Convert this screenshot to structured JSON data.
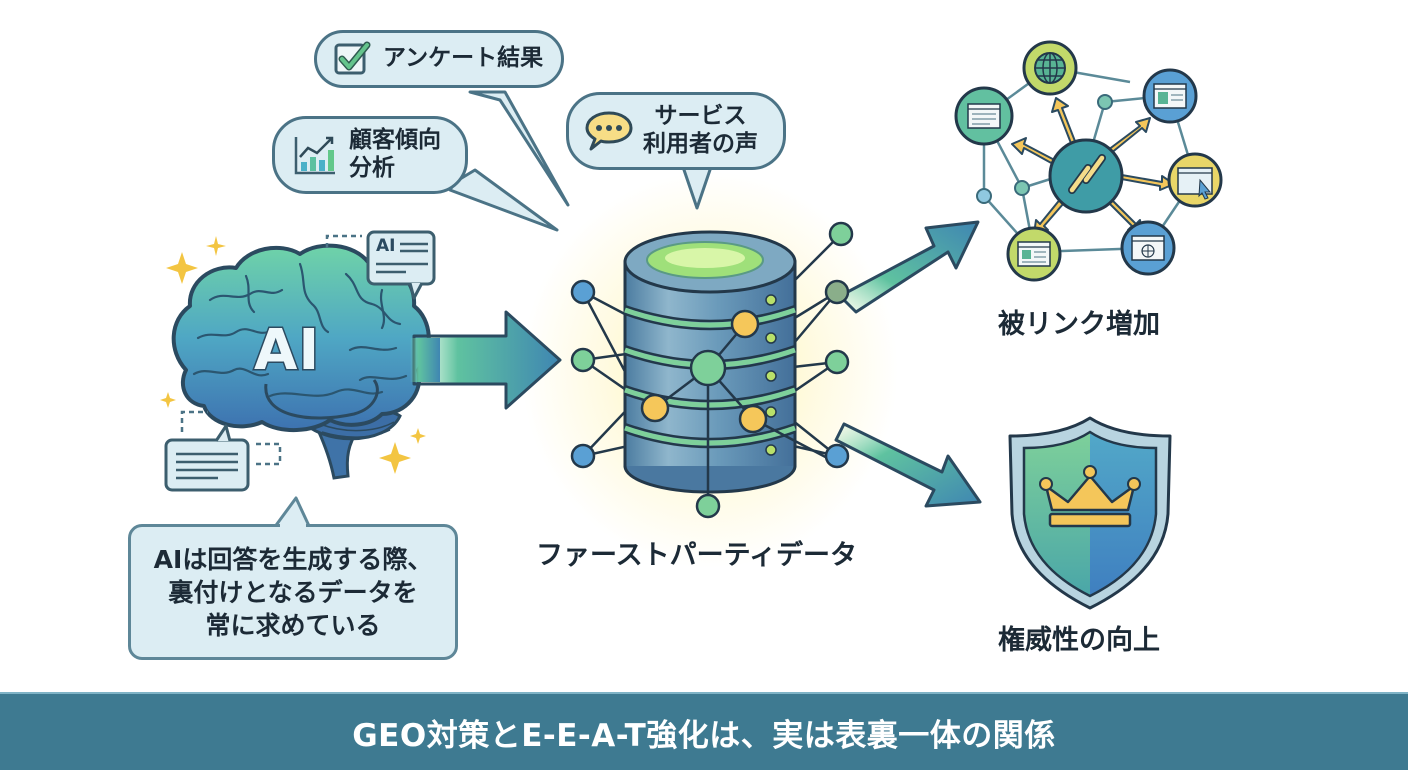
{
  "bubbles": {
    "survey": {
      "label": "アンケート結果",
      "icon": "checkbox-check-icon"
    },
    "customer_trend": {
      "line1": "顧客傾向",
      "line2": "分析",
      "icon": "bar-chart-trend-icon"
    },
    "user_voice": {
      "line1": "サービス",
      "line2": "利用者の声",
      "icon": "speech-bubble-ellipsis-icon"
    }
  },
  "brain": {
    "label": "AI",
    "ai_doc_label": "AI",
    "note": {
      "line1": "AIは回答を生成する際、",
      "line2": "裏付けとなるデータを",
      "line3": "常に求めている"
    }
  },
  "database": {
    "label": "ファーストパーティデータ",
    "icon": "database-network-icon"
  },
  "outcomes": {
    "backlinks": {
      "label": "被リンク増加",
      "icon": "link-network-icon"
    },
    "authority": {
      "label": "権威性の向上",
      "icon": "shield-crown-icon"
    }
  },
  "banner": {
    "text": "GEO対策とE-E-A-T強化は、実は表裏一体の関係"
  },
  "colors": {
    "banner_bg": "#3e7a91",
    "bubble_fill": "#dcedf3",
    "bubble_stroke": "#4b7386",
    "accent_green": "#7ed09a",
    "accent_blue": "#4a90c4",
    "accent_yellow": "#f4c65a"
  }
}
